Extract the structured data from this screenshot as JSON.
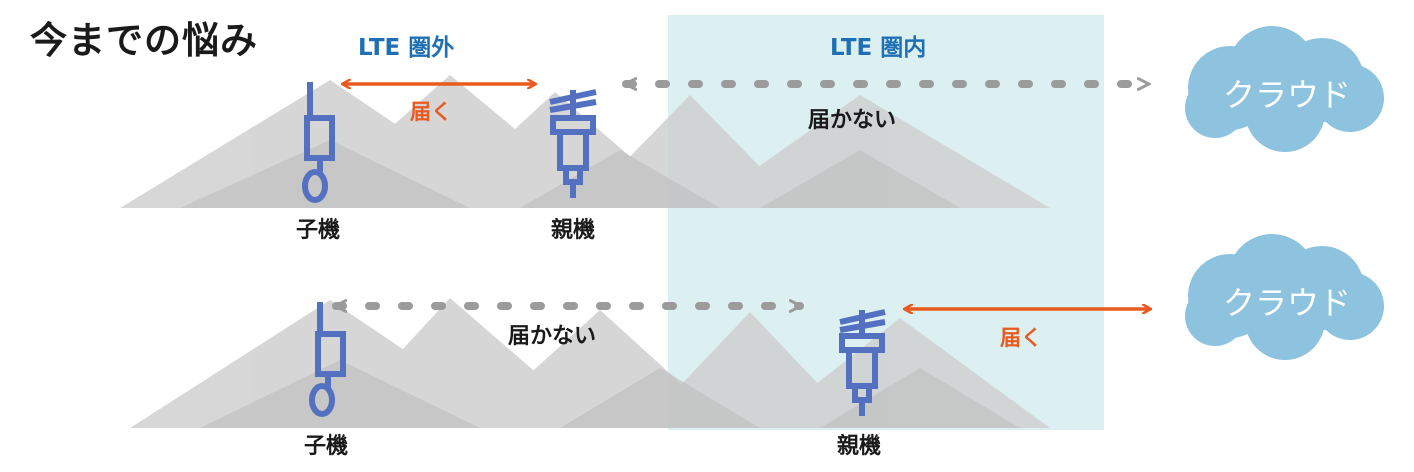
{
  "title": "今までの悩み",
  "zones": {
    "outside": "LTE 圏外",
    "inside": "LTE 圏内"
  },
  "colors": {
    "lte_zone": "#dcf0f2",
    "cloud": "#8ec3df",
    "device": "#5470c0",
    "reach_arrow": "#e85a1e",
    "no_reach_arrow": "#9b9b9b",
    "zone_label": "#1f6fb5"
  },
  "scenario_top": {
    "child_label": "子機",
    "parent_label": "親機",
    "child_parent_link": "届く",
    "parent_cloud_link": "届かない",
    "cloud_label": "クラウド"
  },
  "scenario_bottom": {
    "child_label": "子機",
    "parent_label": "親機",
    "child_parent_link": "届かない",
    "parent_cloud_link": "届く",
    "cloud_label": "クラウド"
  }
}
